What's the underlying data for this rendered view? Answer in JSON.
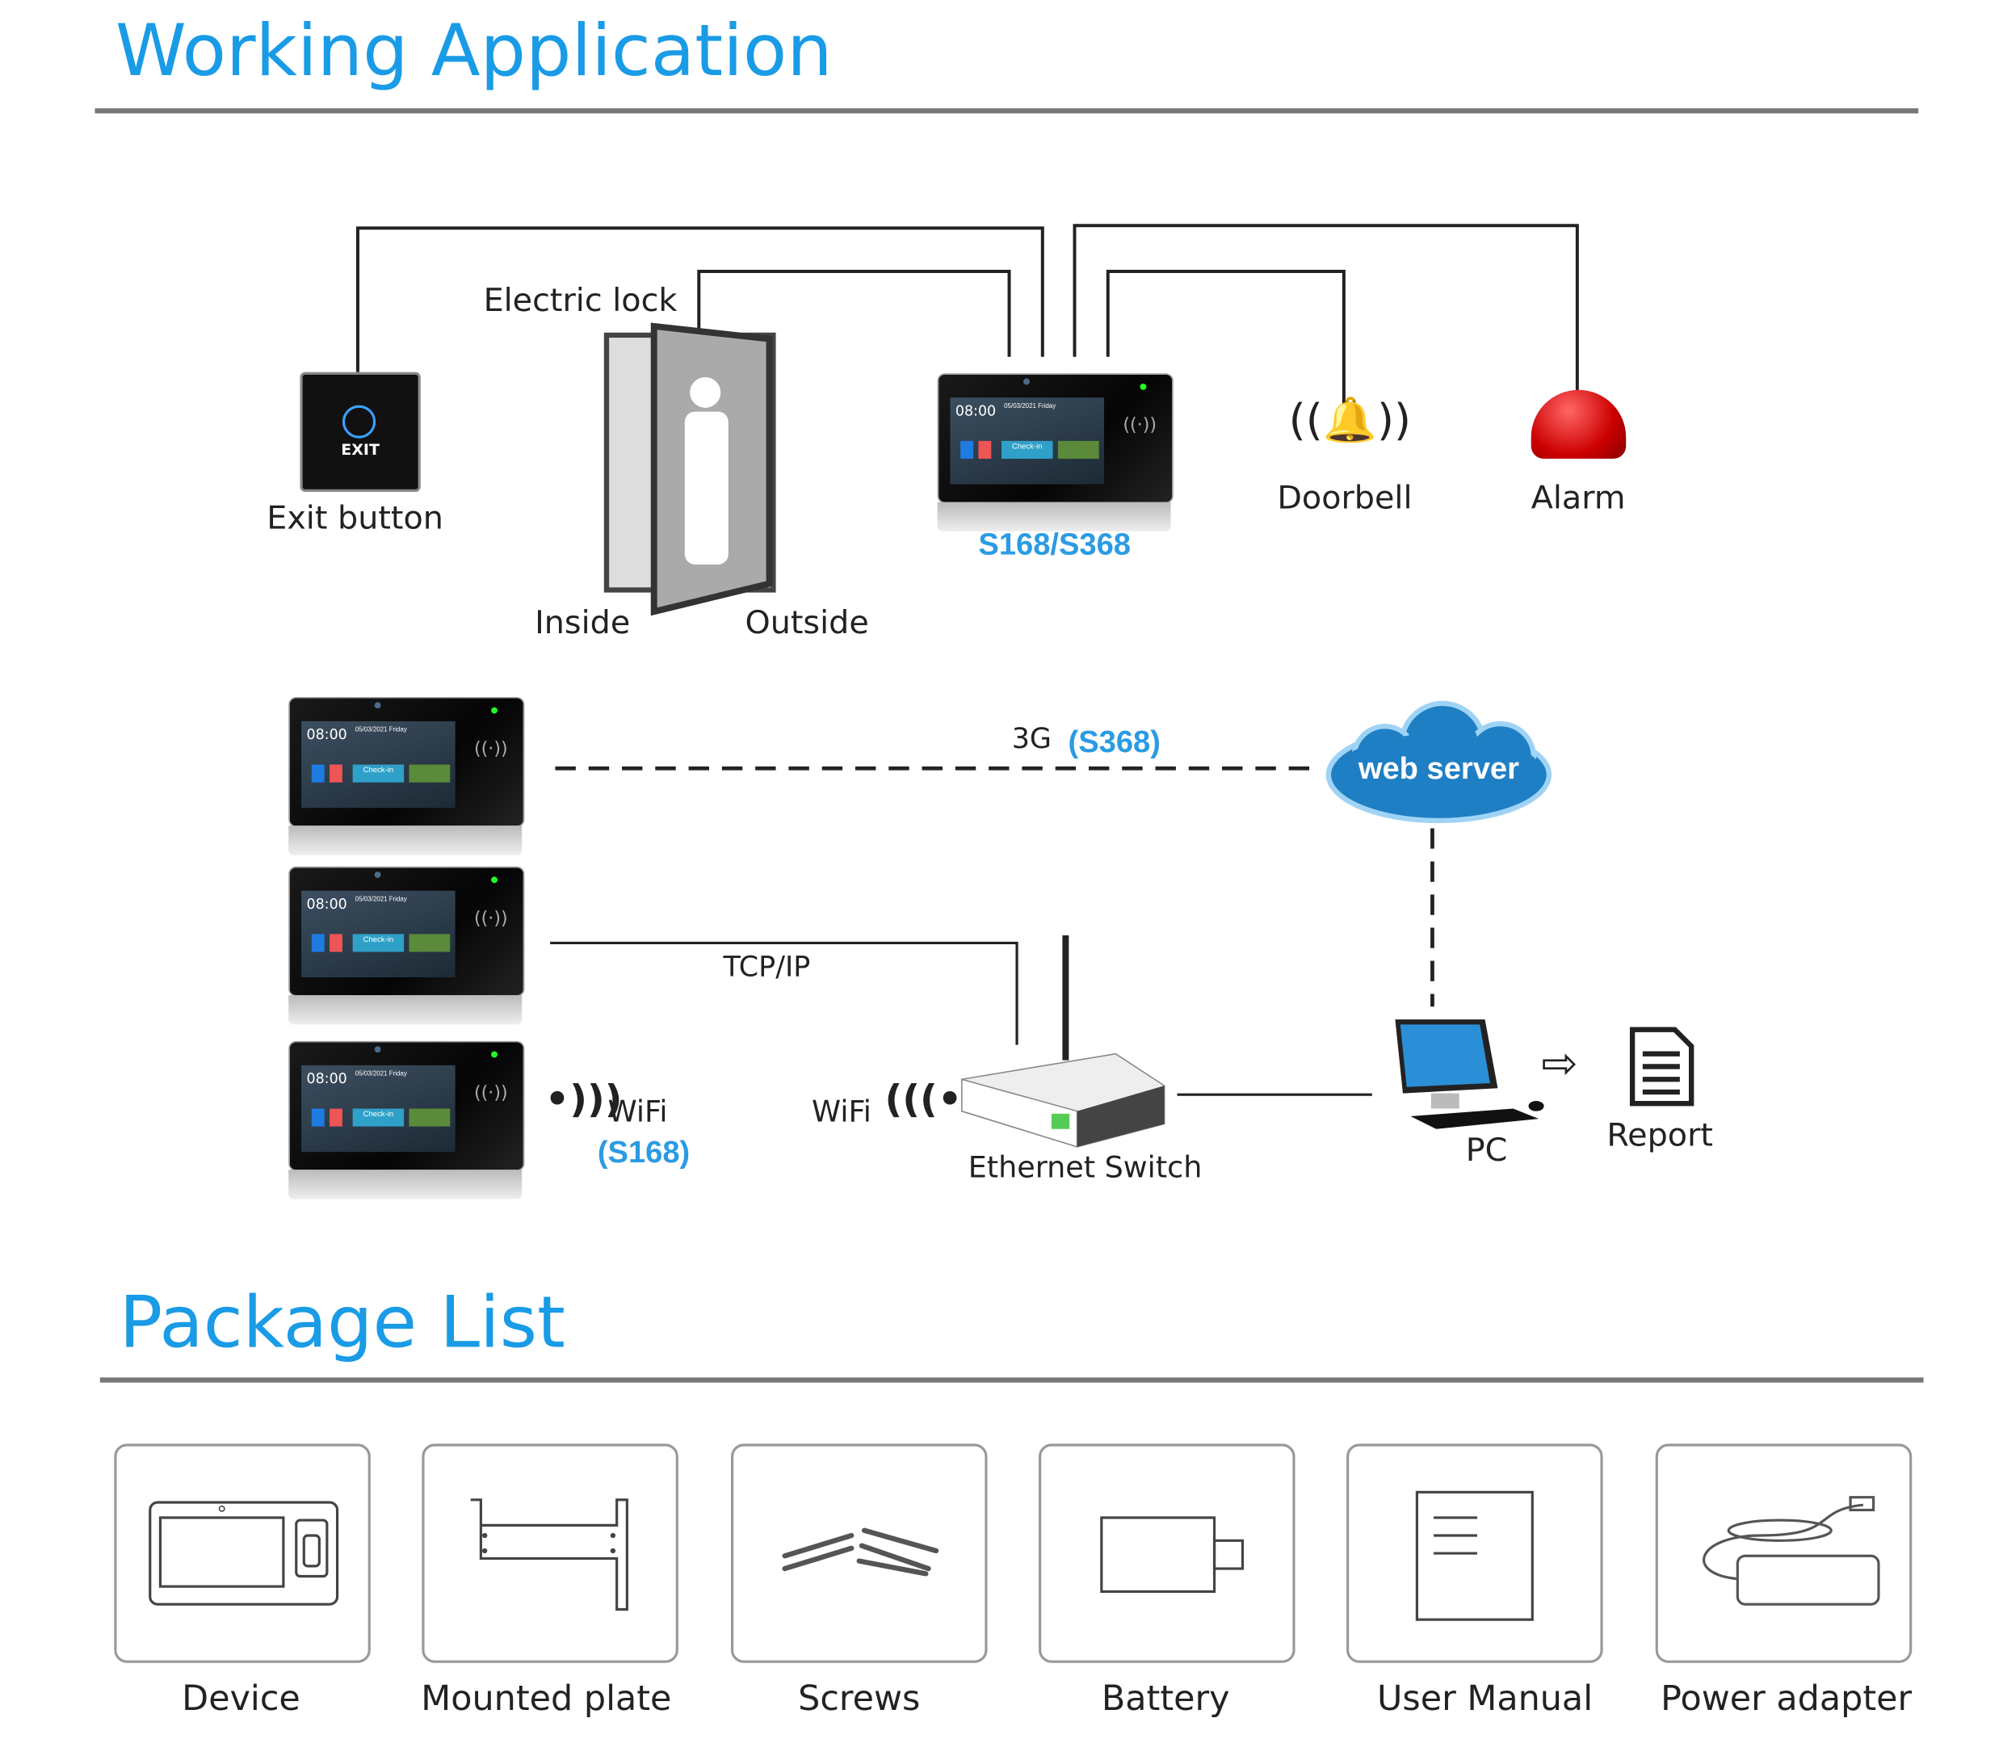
{
  "sections": {
    "working_application": "Working Application",
    "package_list": "Package List"
  },
  "diagram": {
    "exit_button": {
      "label": "Exit button",
      "text": "EXIT"
    },
    "electric_lock": "Electric lock",
    "inside": "Inside",
    "outside": "Outside",
    "device_model": "S168/S368",
    "doorbell": "Doorbell",
    "alarm": "Alarm",
    "link_3g": "3G",
    "link_3g_model": "(S368)",
    "web_server": "web server",
    "tcpip": "TCP/IP",
    "wifi_left": "WiFi",
    "wifi_left_model": "(S168)",
    "wifi_right": "WiFi",
    "ethernet_switch": "Ethernet Switch",
    "pc": "PC",
    "report": "Report"
  },
  "device_screen": {
    "time": "08:00",
    "date": "05/03/2021 Friday",
    "checkin": "Check-in"
  },
  "colors": {
    "accent": "#1a9be6",
    "rule": "#777777",
    "cloud": "#1f7fc4"
  },
  "package_items": [
    {
      "label": "Device",
      "icon": "device-icon"
    },
    {
      "label": "Mounted plate",
      "icon": "mounted-plate-icon"
    },
    {
      "label": "Screws",
      "icon": "screws-icon"
    },
    {
      "label": "Battery",
      "icon": "battery-icon"
    },
    {
      "label": "User Manual",
      "icon": "manual-icon"
    },
    {
      "label": "Power adapter",
      "icon": "power-adapter-icon"
    }
  ]
}
